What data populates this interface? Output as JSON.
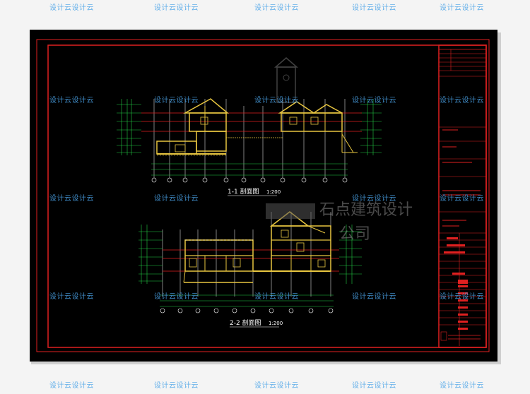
{
  "watermark": "设计云设计云",
  "sections": [
    {
      "title": "1-1 剖面图",
      "scale": "1:200"
    },
    {
      "title": "2-2 剖面图",
      "scale": "1:200"
    }
  ],
  "overlay_logo": "石点建筑设计",
  "overlay_logo_sub": "公司",
  "colors": {
    "canvas": "#000000",
    "frame": "#e02020",
    "wall": "#e8c640",
    "floor": "#e02020",
    "dim": "#22cc44",
    "grid": "#ffffff",
    "text": "#ffffff",
    "watermark": "#4aa3e8",
    "panel_fill": "#e02020"
  }
}
